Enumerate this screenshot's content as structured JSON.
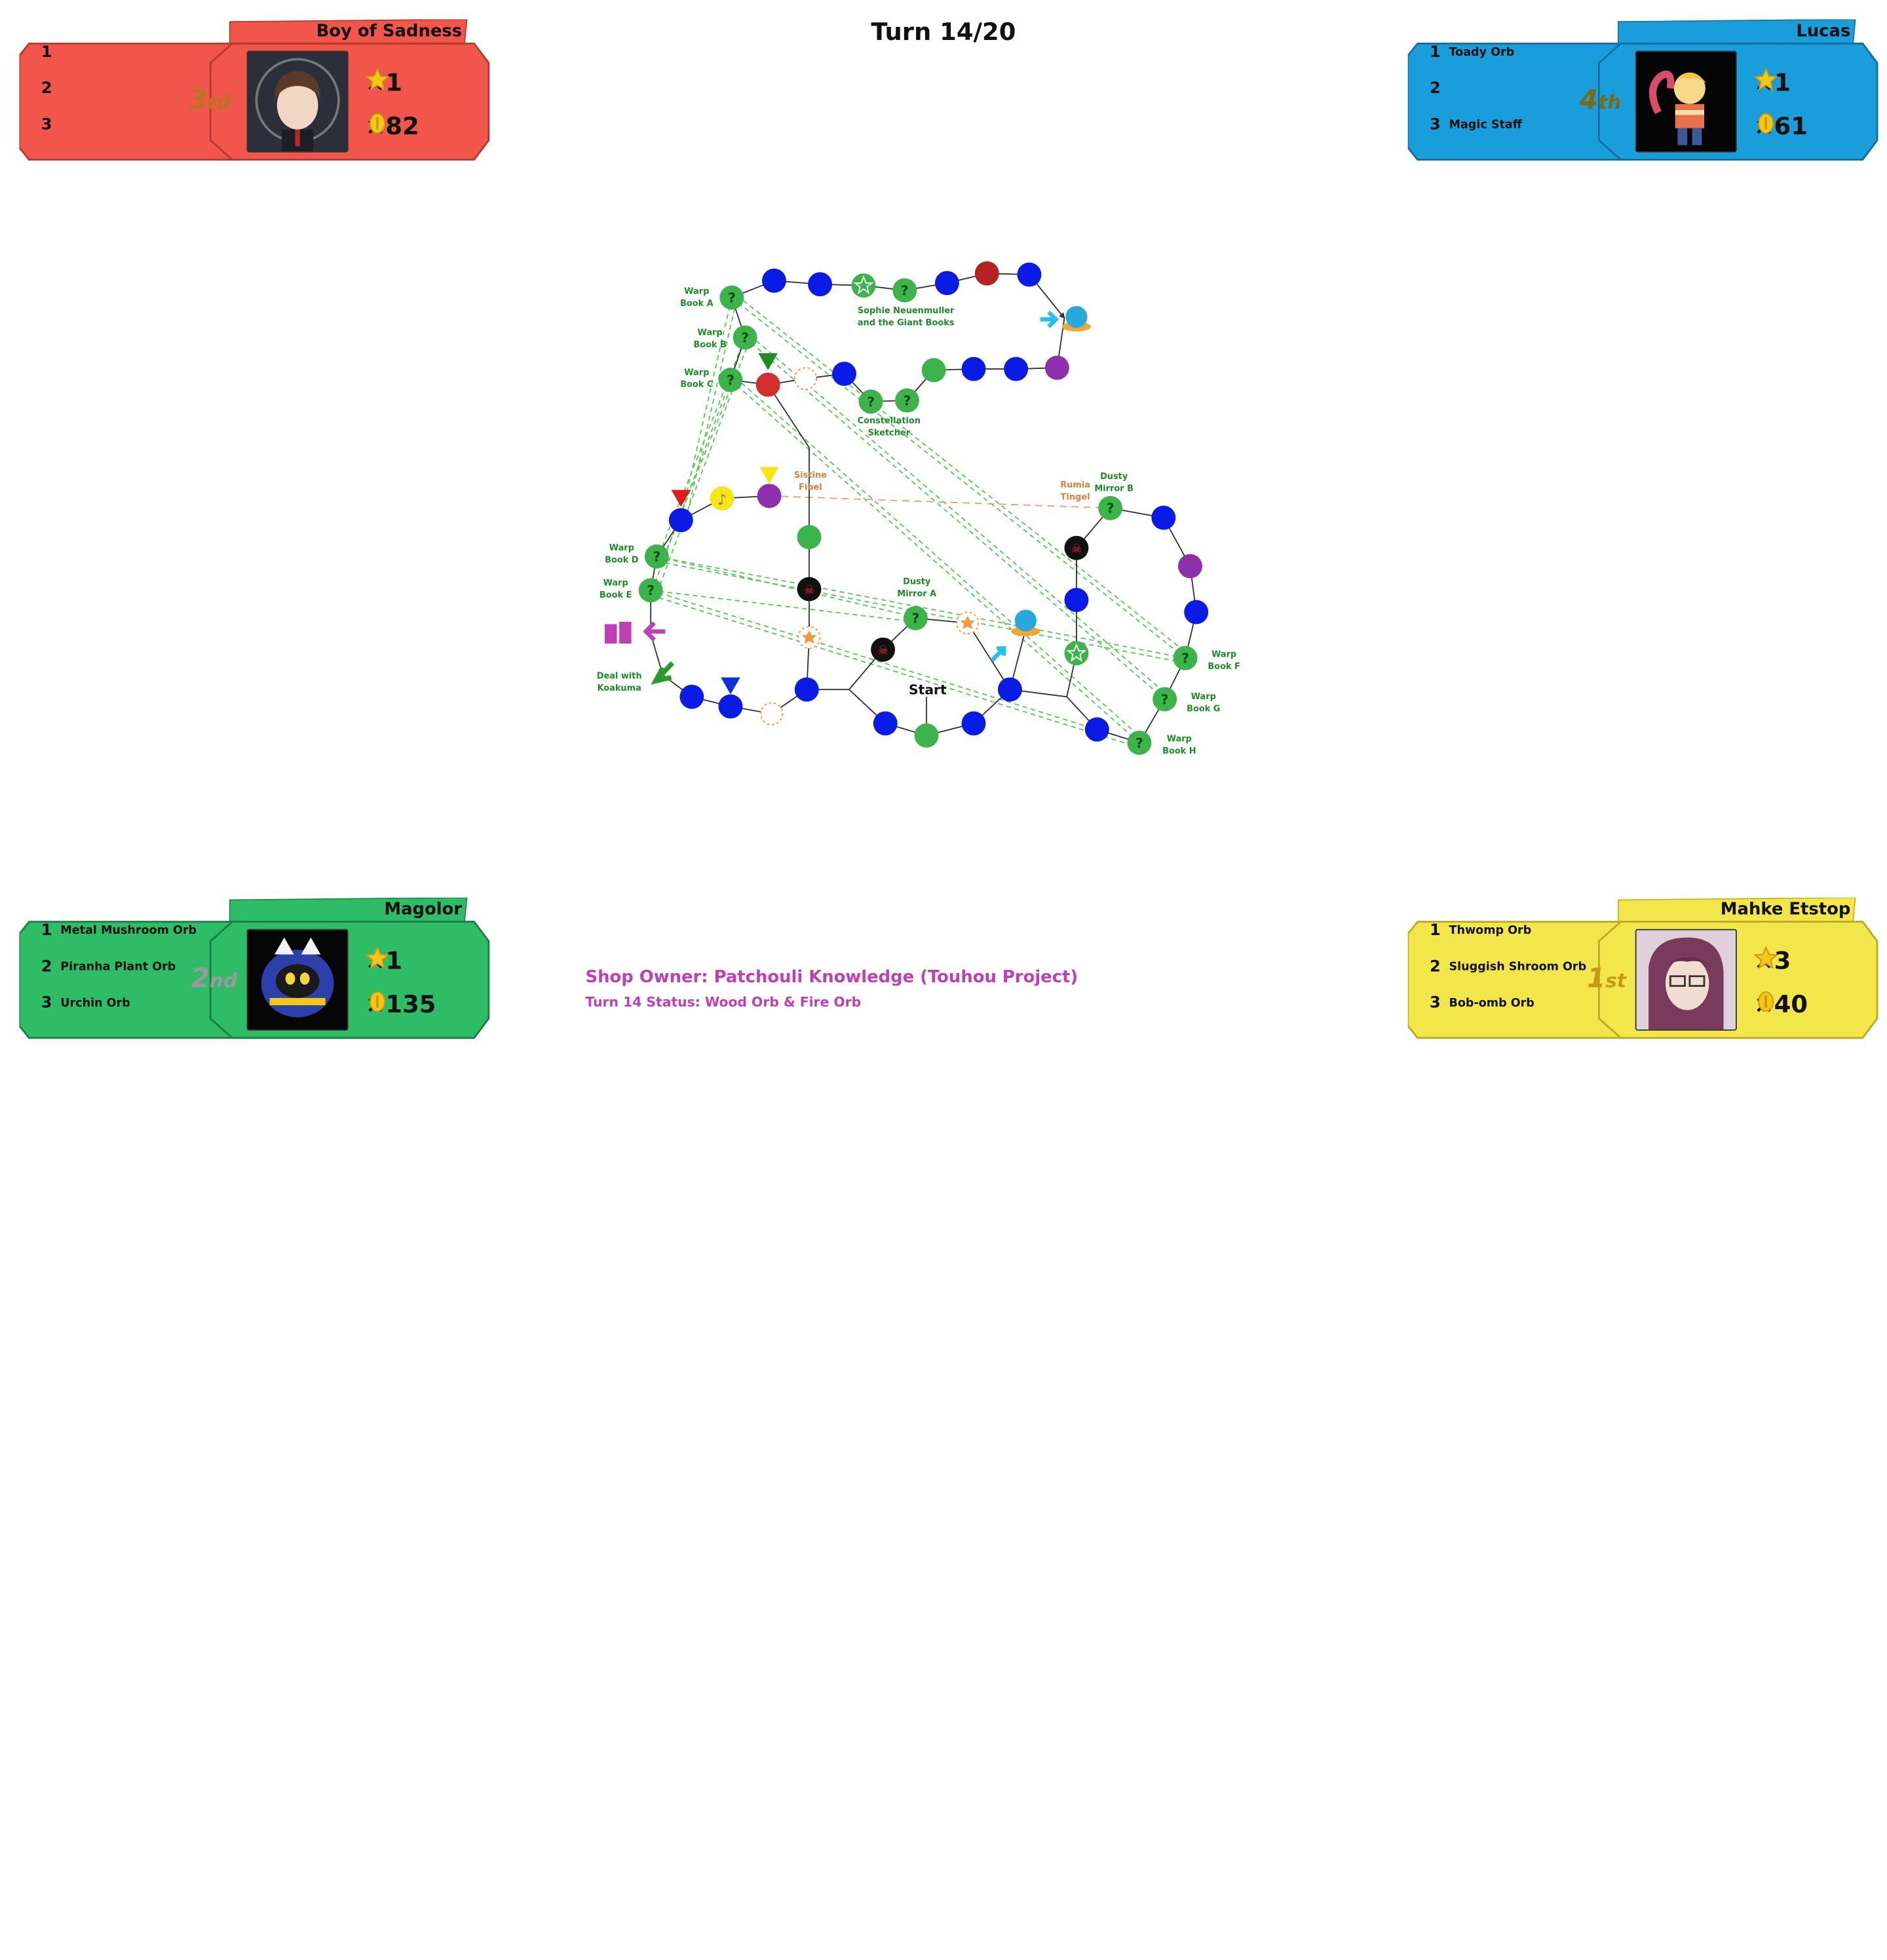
{
  "turn_text": "Turn 14/20",
  "players": {
    "p1": {
      "name": "Boy of Sadness",
      "rank_num": "3",
      "rank_suffix": "rd",
      "stars": "×1",
      "coins": "×82",
      "items": [
        {
          "n": "1",
          "label": ""
        },
        {
          "n": "2",
          "label": ""
        },
        {
          "n": "3",
          "label": ""
        }
      ],
      "color": "#f2564a"
    },
    "p2": {
      "name": "Lucas",
      "rank_num": "4",
      "rank_suffix": "th",
      "stars": "×1",
      "coins": "×61",
      "items": [
        {
          "n": "1",
          "label": "Toady Orb"
        },
        {
          "n": "2",
          "label": ""
        },
        {
          "n": "3",
          "label": "Magic Staff"
        }
      ],
      "color": "#1a9edb"
    },
    "p3": {
      "name": "Magolor",
      "rank_num": "2",
      "rank_suffix": "nd",
      "stars": "×1",
      "coins": "×135",
      "items": [
        {
          "n": "1",
          "label": "Metal Mushroom Orb"
        },
        {
          "n": "2",
          "label": "Piranha Plant Orb"
        },
        {
          "n": "3",
          "label": "Urchin Orb"
        }
      ],
      "color": "#2ebc66"
    },
    "p4": {
      "name": "Mahke Etstop",
      "rank_num": "1",
      "rank_suffix": "st",
      "stars": "×3",
      "coins": "×40",
      "items": [
        {
          "n": "1",
          "label": "Thwomp Orb"
        },
        {
          "n": "2",
          "label": "Sluggish Shroom Orb"
        },
        {
          "n": "3",
          "label": "Bob-omb Orb"
        }
      ],
      "color": "#f2e64a"
    }
  },
  "board_labels": {
    "warp_a": [
      "Warp",
      "Book A"
    ],
    "warp_b": [
      "Warp",
      "Book B"
    ],
    "warp_c": [
      "Warp",
      "Book C"
    ],
    "warp_d": [
      "Warp",
      "Book D"
    ],
    "warp_e": [
      "Warp",
      "Book E"
    ],
    "warp_f": [
      "Warp",
      "Book F"
    ],
    "warp_g": [
      "Warp",
      "Book G"
    ],
    "warp_h": [
      "Warp",
      "Book H"
    ],
    "sophie": [
      "Sophie Neuenmuller",
      "and the Giant Books"
    ],
    "constellation": [
      "Constellation",
      "Sketcher"
    ],
    "sistine": [
      "Sistine",
      "Fibel"
    ],
    "rumia": [
      "Rumia",
      "Tingel"
    ],
    "dusty_b": [
      "Dusty",
      "Mirror B"
    ],
    "dusty_a": [
      "Dusty",
      "Mirror A"
    ],
    "deal": [
      "Deal with",
      "Koakuma"
    ],
    "start": "Start"
  },
  "shop_owner": "Shop Owner: Patchouli Knowledge (Touhou Project)",
  "turn_status": "Turn 14 Status: Wood Orb & Fire Orb",
  "colors": {
    "blue_space": "#0a1be6",
    "green_space": "#3cb44b",
    "red_space": "#d32f2f",
    "purple_space": "#8e2fae",
    "label_green": "#1f8c2a",
    "label_orange": "#d9823b",
    "shop_pink": "#c03fb6"
  }
}
